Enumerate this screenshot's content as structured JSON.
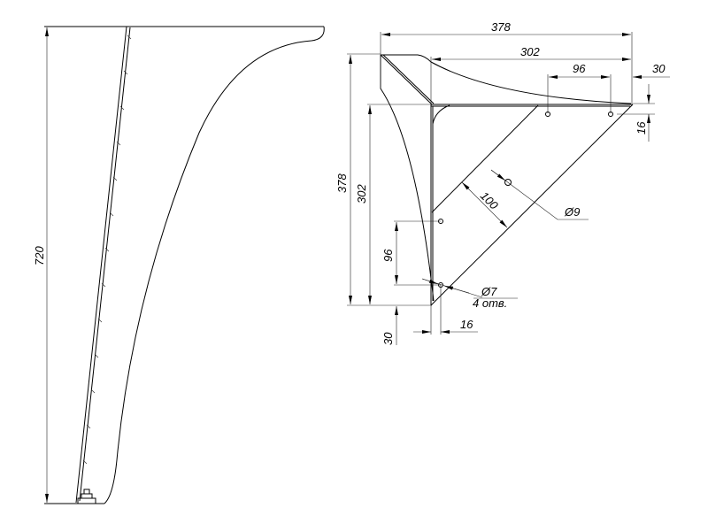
{
  "side_view": {
    "height_dim": "720"
  },
  "front_view": {
    "width_total": "378",
    "width_inner": "302",
    "hole_spacing_h": "96",
    "edge_offset_h": "30",
    "hole_offset_top": "16",
    "height_total": "378",
    "height_inner": "302",
    "hole_spacing_v": "96",
    "edge_offset_v": "30",
    "hole_offset_side": "16",
    "bracket_width": "100",
    "big_hole": "Ø9",
    "small_hole": "Ø7",
    "small_hole_count": "4 отв."
  }
}
